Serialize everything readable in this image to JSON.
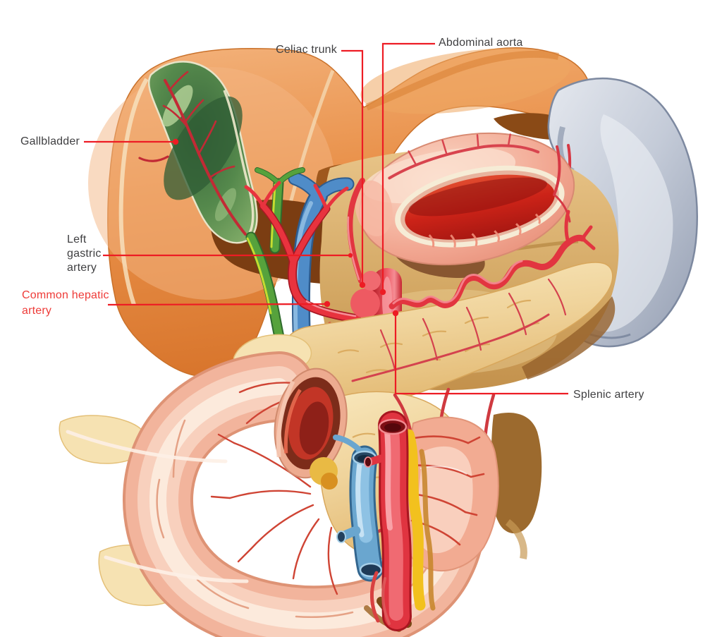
{
  "figure": {
    "description": "Anatomical illustration of the celiac trunk and its branches with surrounding abdominal organs (liver retracted, stomach cut open, gallbladder, spleen, pancreas, duodenum, abdominal aorta)",
    "leader_color": "#ed1c24",
    "label_color_default": "#3f3f41",
    "label_color_highlight": "#ee3b38",
    "labels": [
      {
        "id": "celiac-trunk",
        "text": "Celiac trunk",
        "emphasis": false
      },
      {
        "id": "abdominal-aorta",
        "text": "Abdominal aorta",
        "emphasis": false
      },
      {
        "id": "gallbladder",
        "text": "Gallbladder",
        "emphasis": false
      },
      {
        "id": "left-gastric-artery",
        "text": "Left\ngastric\nartery",
        "emphasis": false
      },
      {
        "id": "common-hepatic-artery",
        "text": "Common hepatic\nartery",
        "emphasis": true
      },
      {
        "id": "splenic-artery",
        "text": "Splenic artery",
        "emphasis": false
      }
    ],
    "structures": [
      {
        "name": "liver",
        "color": "#e9914a"
      },
      {
        "name": "gallbladder",
        "color": "#55894c"
      },
      {
        "name": "spleen",
        "color": "#c4cbd8"
      },
      {
        "name": "stomach",
        "color": "#f2a893"
      },
      {
        "name": "stomach-interior",
        "color": "#cc2318"
      },
      {
        "name": "pancreas",
        "color": "#f0d49c"
      },
      {
        "name": "duodenum",
        "color": "#f2b49c"
      },
      {
        "name": "jejunum",
        "color": "#f2ab92"
      },
      {
        "name": "portal-vein",
        "color": "#4f8cc8"
      },
      {
        "name": "bile-ducts",
        "color": "#56a23c"
      },
      {
        "name": "hepatic-arteries",
        "color": "#e8333e"
      },
      {
        "name": "splenic-artery-vessel",
        "color": "#e23540"
      },
      {
        "name": "abdominal-aorta-vessel",
        "color": "#e03440"
      },
      {
        "name": "superior-mesenteric-vein",
        "color": "#6aa6cf"
      }
    ]
  }
}
